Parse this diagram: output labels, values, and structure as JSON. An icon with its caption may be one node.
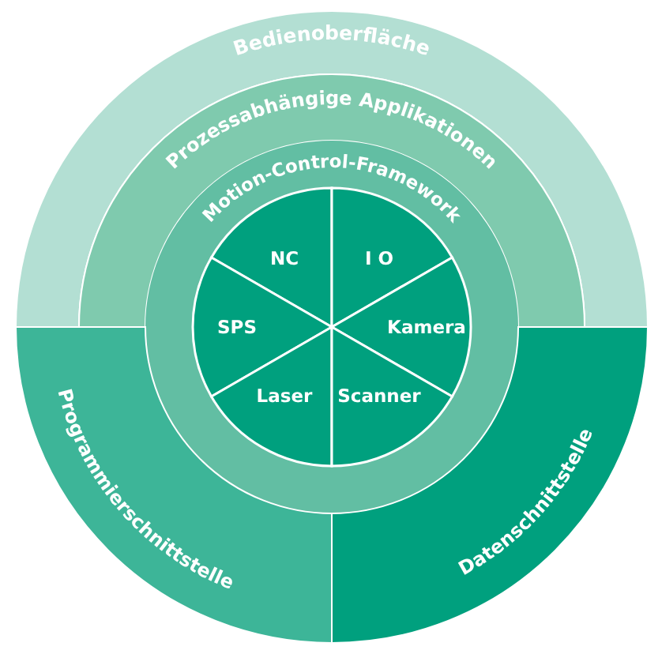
{
  "diagram": {
    "nodes": [
      {
        "text": [
          "Bedienoberfläche"
        ]
      },
      {
        "text": [
          "Prozessabhängige Applikationen"
        ]
      },
      {
        "text": [
          "Motion-Control-Framework"
        ]
      },
      {
        "text": [
          "NC"
        ],
        "in": 2
      },
      {
        "text": [
          "I O"
        ],
        "in": 2
      },
      {
        "text": [
          "SPS"
        ],
        "in": 2
      },
      {
        "text": [
          "Kamera"
        ],
        "in": 2
      },
      {
        "text": [
          "Laser"
        ],
        "in": 2
      },
      {
        "text": [
          "Scanner"
        ],
        "in": 2
      },
      {
        "text": [
          "Programmierschnittstelle"
        ]
      },
      {
        "text": [
          "Datenschnittstelle"
        ]
      }
    ]
  }
}
